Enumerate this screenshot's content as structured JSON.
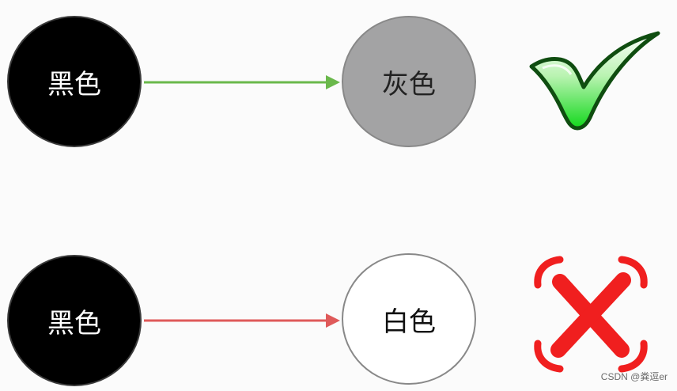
{
  "rows": [
    {
      "source": {
        "label": "黑色",
        "fill": "#000000",
        "text_color": "#ffffff"
      },
      "target": {
        "label": "灰色",
        "fill": "#a3a3a4",
        "text_color": "#222222"
      },
      "arrow_color": "#6ab84b",
      "verdict": "check-icon"
    },
    {
      "source": {
        "label": "黑色",
        "fill": "#000000",
        "text_color": "#ffffff"
      },
      "target": {
        "label": "白色",
        "fill": "#ffffff",
        "text_color": "#111111"
      },
      "arrow_color": "#df5a5a",
      "verdict": "cross-icon"
    }
  ],
  "watermark": "CSDN @粪逗er"
}
